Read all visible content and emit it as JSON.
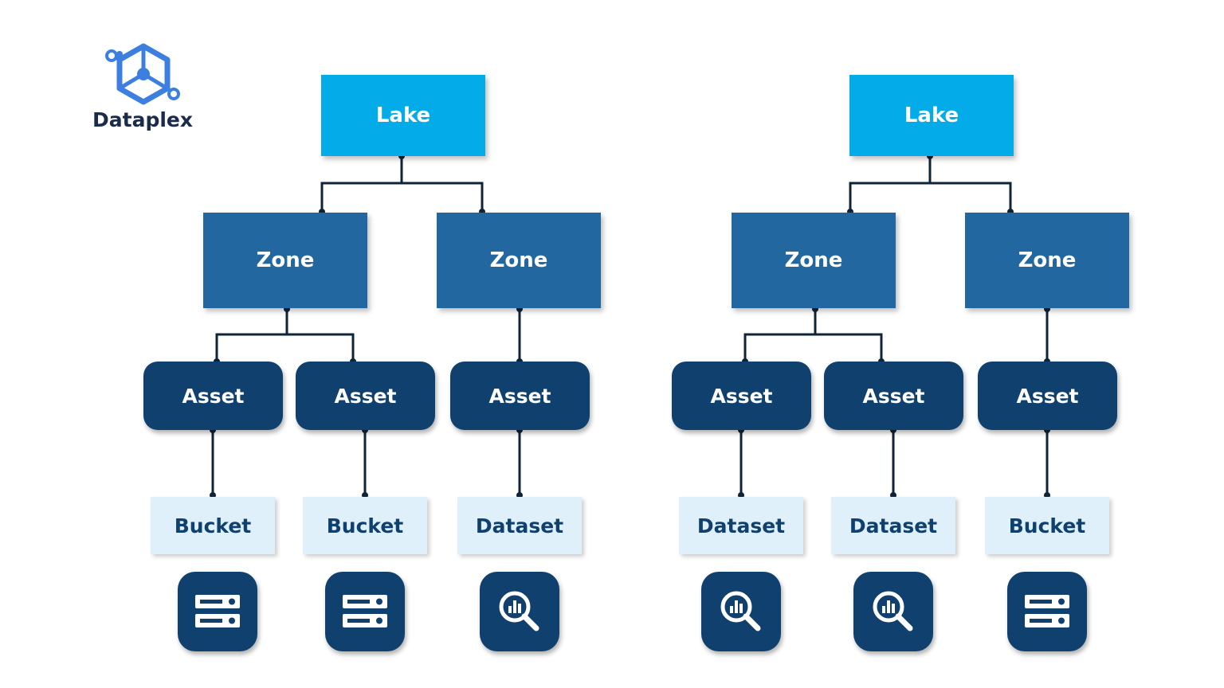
{
  "brand": {
    "name": "Dataplex"
  },
  "colors": {
    "lake": "#03abe8",
    "zone": "#22679f",
    "asset": "#10406d",
    "leaf": "#dff0fb"
  },
  "tree_left": {
    "lake": "Lake",
    "zones": [
      {
        "label": "Zone",
        "assets": [
          {
            "label": "Asset",
            "resource": "Bucket",
            "icon": "storage-icon"
          },
          {
            "label": "Asset",
            "resource": "Bucket",
            "icon": "storage-icon"
          }
        ]
      },
      {
        "label": "Zone",
        "assets": [
          {
            "label": "Asset",
            "resource": "Dataset",
            "icon": "analytics-search-icon"
          }
        ]
      }
    ]
  },
  "tree_right": {
    "lake": "Lake",
    "zones": [
      {
        "label": "Zone",
        "assets": [
          {
            "label": "Asset",
            "resource": "Dataset",
            "icon": "analytics-search-icon"
          },
          {
            "label": "Asset",
            "resource": "Dataset",
            "icon": "analytics-search-icon"
          }
        ]
      },
      {
        "label": "Zone",
        "assets": [
          {
            "label": "Asset",
            "resource": "Bucket",
            "icon": "storage-icon"
          }
        ]
      }
    ]
  }
}
